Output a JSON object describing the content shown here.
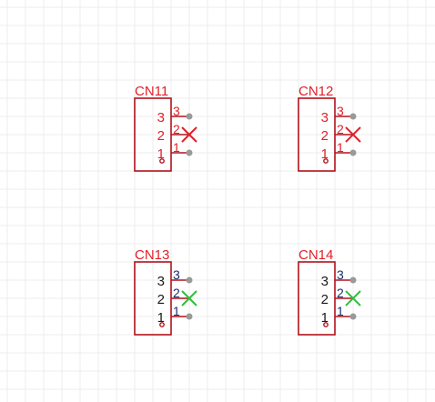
{
  "schematic": {
    "grid": true,
    "components": [
      {
        "ref": "CN11",
        "theme": "red",
        "pins": [
          {
            "num": "3",
            "name": "3",
            "state": "connected"
          },
          {
            "num": "2",
            "name": "2",
            "state": "no-connect"
          },
          {
            "num": "1",
            "name": "1",
            "state": "connected"
          }
        ]
      },
      {
        "ref": "CN12",
        "theme": "red",
        "pins": [
          {
            "num": "3",
            "name": "3",
            "state": "connected"
          },
          {
            "num": "2",
            "name": "2",
            "state": "no-connect"
          },
          {
            "num": "1",
            "name": "1",
            "state": "connected"
          }
        ]
      },
      {
        "ref": "CN13",
        "theme": "dark",
        "pins": [
          {
            "num": "3",
            "name": "3",
            "state": "connected"
          },
          {
            "num": "2",
            "name": "2",
            "state": "no-connect"
          },
          {
            "num": "1",
            "name": "1",
            "state": "connected"
          }
        ]
      },
      {
        "ref": "CN14",
        "theme": "dark",
        "pins": [
          {
            "num": "3",
            "name": "3",
            "state": "connected"
          },
          {
            "num": "2",
            "name": "2",
            "state": "no-connect"
          },
          {
            "num": "1",
            "name": "1",
            "state": "connected"
          }
        ]
      }
    ],
    "colors": {
      "outline": "#b0121b",
      "red_text": "#e0202a",
      "dark_text": "#1a1a1a",
      "pin_number_dark": "#1f2a6b",
      "nc_red": "#e0202a",
      "nc_green": "#2fbf3a",
      "pin_end": "#9a9a9a",
      "grid": "#ececec"
    }
  }
}
